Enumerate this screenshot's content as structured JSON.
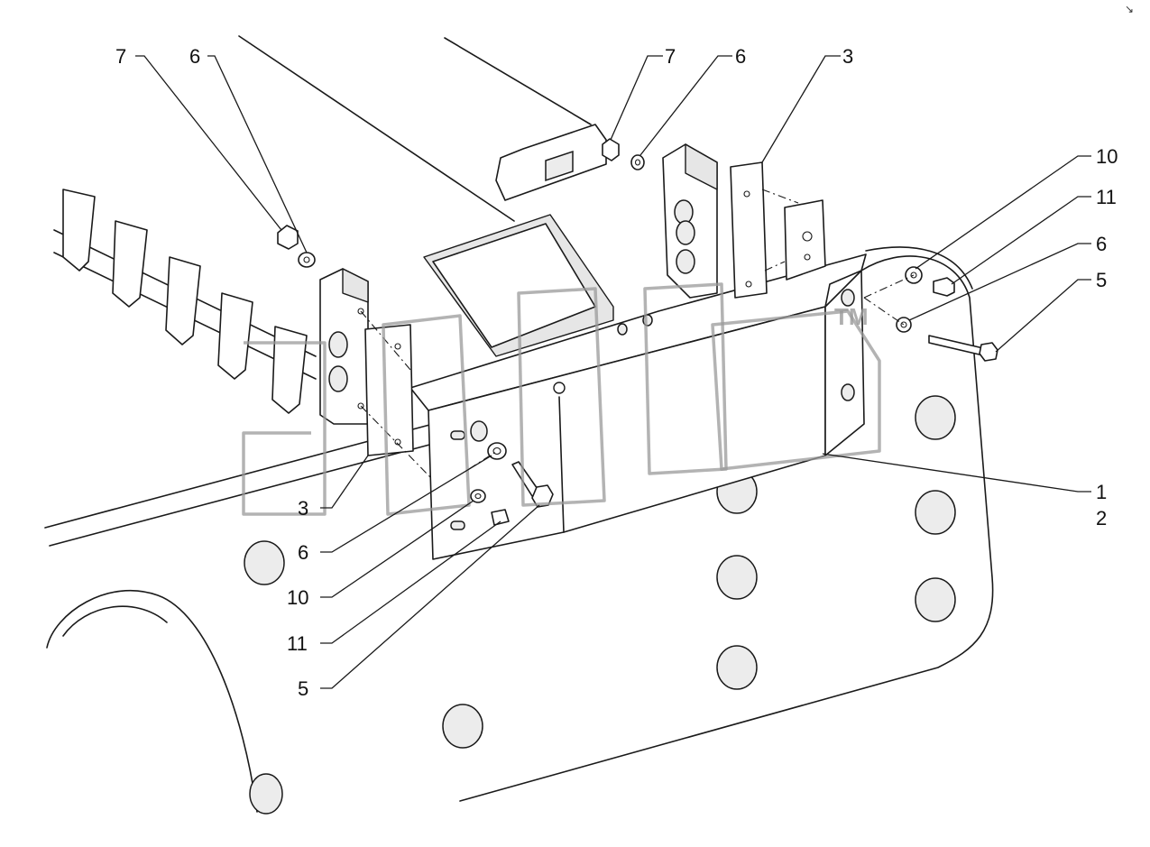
{
  "drawing": {
    "corner_mark": "↘",
    "watermark": "TM",
    "callouts": [
      {
        "id": "c7a",
        "text": "7"
      },
      {
        "id": "c6a",
        "text": "6"
      },
      {
        "id": "c7b",
        "text": "7"
      },
      {
        "id": "c6b",
        "text": "6"
      },
      {
        "id": "c3a",
        "text": "3"
      },
      {
        "id": "c10a",
        "text": "10"
      },
      {
        "id": "c11a",
        "text": "11"
      },
      {
        "id": "c6c",
        "text": "6"
      },
      {
        "id": "c5a",
        "text": "5"
      },
      {
        "id": "c1",
        "text": "1"
      },
      {
        "id": "c2",
        "text": "2"
      },
      {
        "id": "c3b",
        "text": "3"
      },
      {
        "id": "c6d",
        "text": "6"
      },
      {
        "id": "c10b",
        "text": "10"
      },
      {
        "id": "c11b",
        "text": "11"
      },
      {
        "id": "c5b",
        "text": "5"
      }
    ]
  }
}
